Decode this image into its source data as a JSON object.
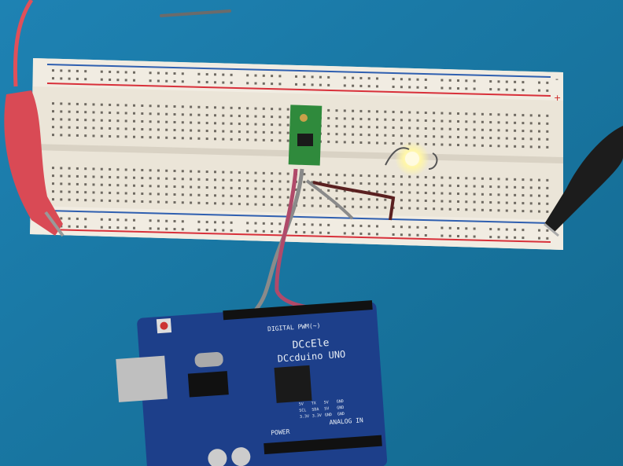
{
  "photo": {
    "colors": {
      "table": "#1a78a8",
      "breadboard": "#ece6da",
      "rail_red": "#d8303a",
      "rail_blue": "#2f5fb0",
      "pcb": "#1d3f8a",
      "module": "#2f8a3c",
      "clip_red": "#d94a55",
      "clip_black": "#1c1c1c",
      "led": "#fffbe0"
    },
    "arduino": {
      "header_label": "DIGITAL PWM(~)",
      "brand": "DCcEle",
      "model": "DCcduino UNO",
      "power_label": "POWER",
      "analog_label": "ANALOG IN",
      "pin_labels": [
        "5V",
        "TX",
        "5V",
        "GND",
        "SCL",
        "SDA",
        "5V",
        "GND",
        "3.3V",
        "3.3V",
        "GND",
        "GND"
      ]
    },
    "breadboard": {
      "rail_plus": "+",
      "rail_minus": "-"
    }
  }
}
